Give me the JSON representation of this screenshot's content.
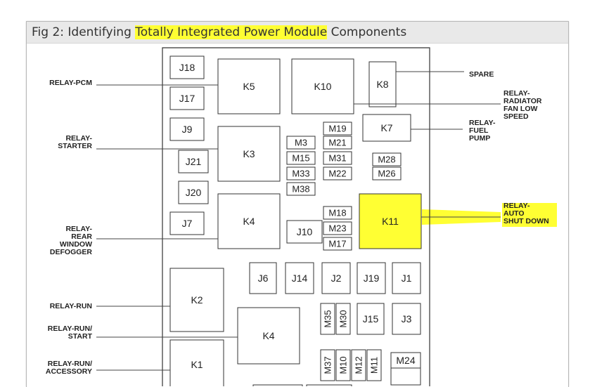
{
  "caption": {
    "prefix": "Fig 2: Identifying ",
    "highlight": "Totally Integrated Power Module",
    "suffix": " Components"
  },
  "colors": {
    "highlight": "#ffff33",
    "caption_bar": "#e9e9e9",
    "ink": "#333333"
  },
  "diagram": {
    "boxes": [
      "J18",
      "K5",
      "K10",
      "K8",
      "J17",
      "J9",
      "M19",
      "K7",
      "M3",
      "M21",
      "K3",
      "M15",
      "M31",
      "M28",
      "J21",
      "M33",
      "M22",
      "M26",
      "J20",
      "M38",
      "J7",
      "K4",
      "M18",
      "K11",
      "J10",
      "M23",
      "M17",
      "J6",
      "J14",
      "J2",
      "J19",
      "J1",
      "K2",
      "M35",
      "M30",
      "J15",
      "J3",
      "K4",
      "K1",
      "M37",
      "M10",
      "M12",
      "M11",
      "M24"
    ],
    "labels": {
      "relay_pcm": [
        "RELAY-PCM"
      ],
      "spare": [
        "SPARE"
      ],
      "radiator_fan": [
        "RELAY-",
        "RADIATOR",
        "FAN LOW",
        "SPEED"
      ],
      "fuel_pump": [
        "RELAY-",
        "FUEL",
        "PUMP"
      ],
      "starter": [
        "RELAY-",
        "STARTER"
      ],
      "auto_shutdown": [
        "RELAY-",
        "AUTO",
        "SHUT DOWN"
      ],
      "rear_defogger": [
        "RELAY-",
        "REAR",
        "WINDOW",
        "DEFOGGER"
      ],
      "relay_run": [
        "RELAY-RUN"
      ],
      "run_start": [
        "RELAY-RUN/",
        "START"
      ],
      "run_accessory": [
        "RELAY-RUN/",
        "ACCESSORY"
      ]
    }
  }
}
